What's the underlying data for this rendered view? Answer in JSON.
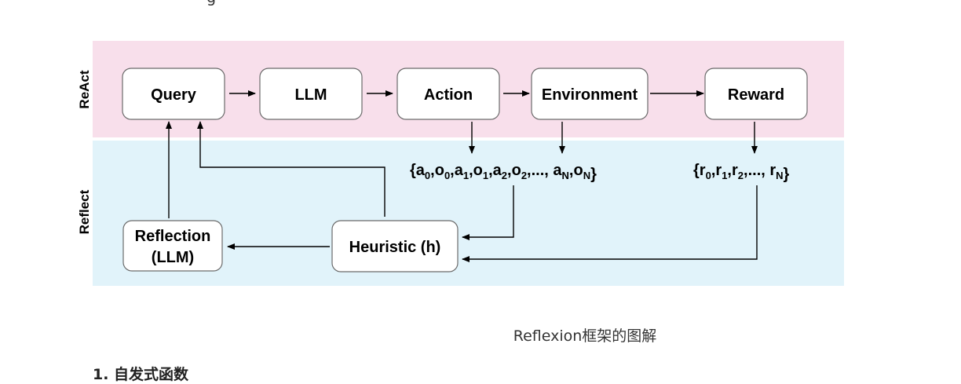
{
  "top_fragment": "g",
  "lanes": {
    "react": {
      "label": "ReAct",
      "color": "#f8dfeb"
    },
    "reflect": {
      "label": "Reflect",
      "color": "#e1f3fa"
    }
  },
  "nodes": {
    "query": "Query",
    "llm": "LLM",
    "action": "Action",
    "environment": "Environment",
    "reward": "Reward",
    "reflection_line1": "Reflection",
    "reflection_line2": "(LLM)",
    "heuristic": "Heuristic (h)"
  },
  "trajectory": {
    "open": "{",
    "items": [
      {
        "base": "a",
        "sub": "0"
      },
      {
        "base": "o",
        "sub": "0"
      },
      {
        "base": "a",
        "sub": "1"
      },
      {
        "base": "o",
        "sub": "1"
      },
      {
        "base": "a",
        "sub": "2"
      },
      {
        "base": "o",
        "sub": "2"
      },
      {
        "base": "...",
        "sub": ""
      },
      {
        "base": " a",
        "sub": "N"
      },
      {
        "base": "o",
        "sub": "N"
      }
    ],
    "close": "}"
  },
  "rewards": {
    "open": "{",
    "items": [
      {
        "base": "r",
        "sub": "0"
      },
      {
        "base": "r",
        "sub": "1"
      },
      {
        "base": "r",
        "sub": "2"
      },
      {
        "base": "...",
        "sub": ""
      },
      {
        "base": " r",
        "sub": "N"
      }
    ],
    "close": "}"
  },
  "caption": "Reflexion框架的图解",
  "bottom_heading": "1. 自发式函数"
}
